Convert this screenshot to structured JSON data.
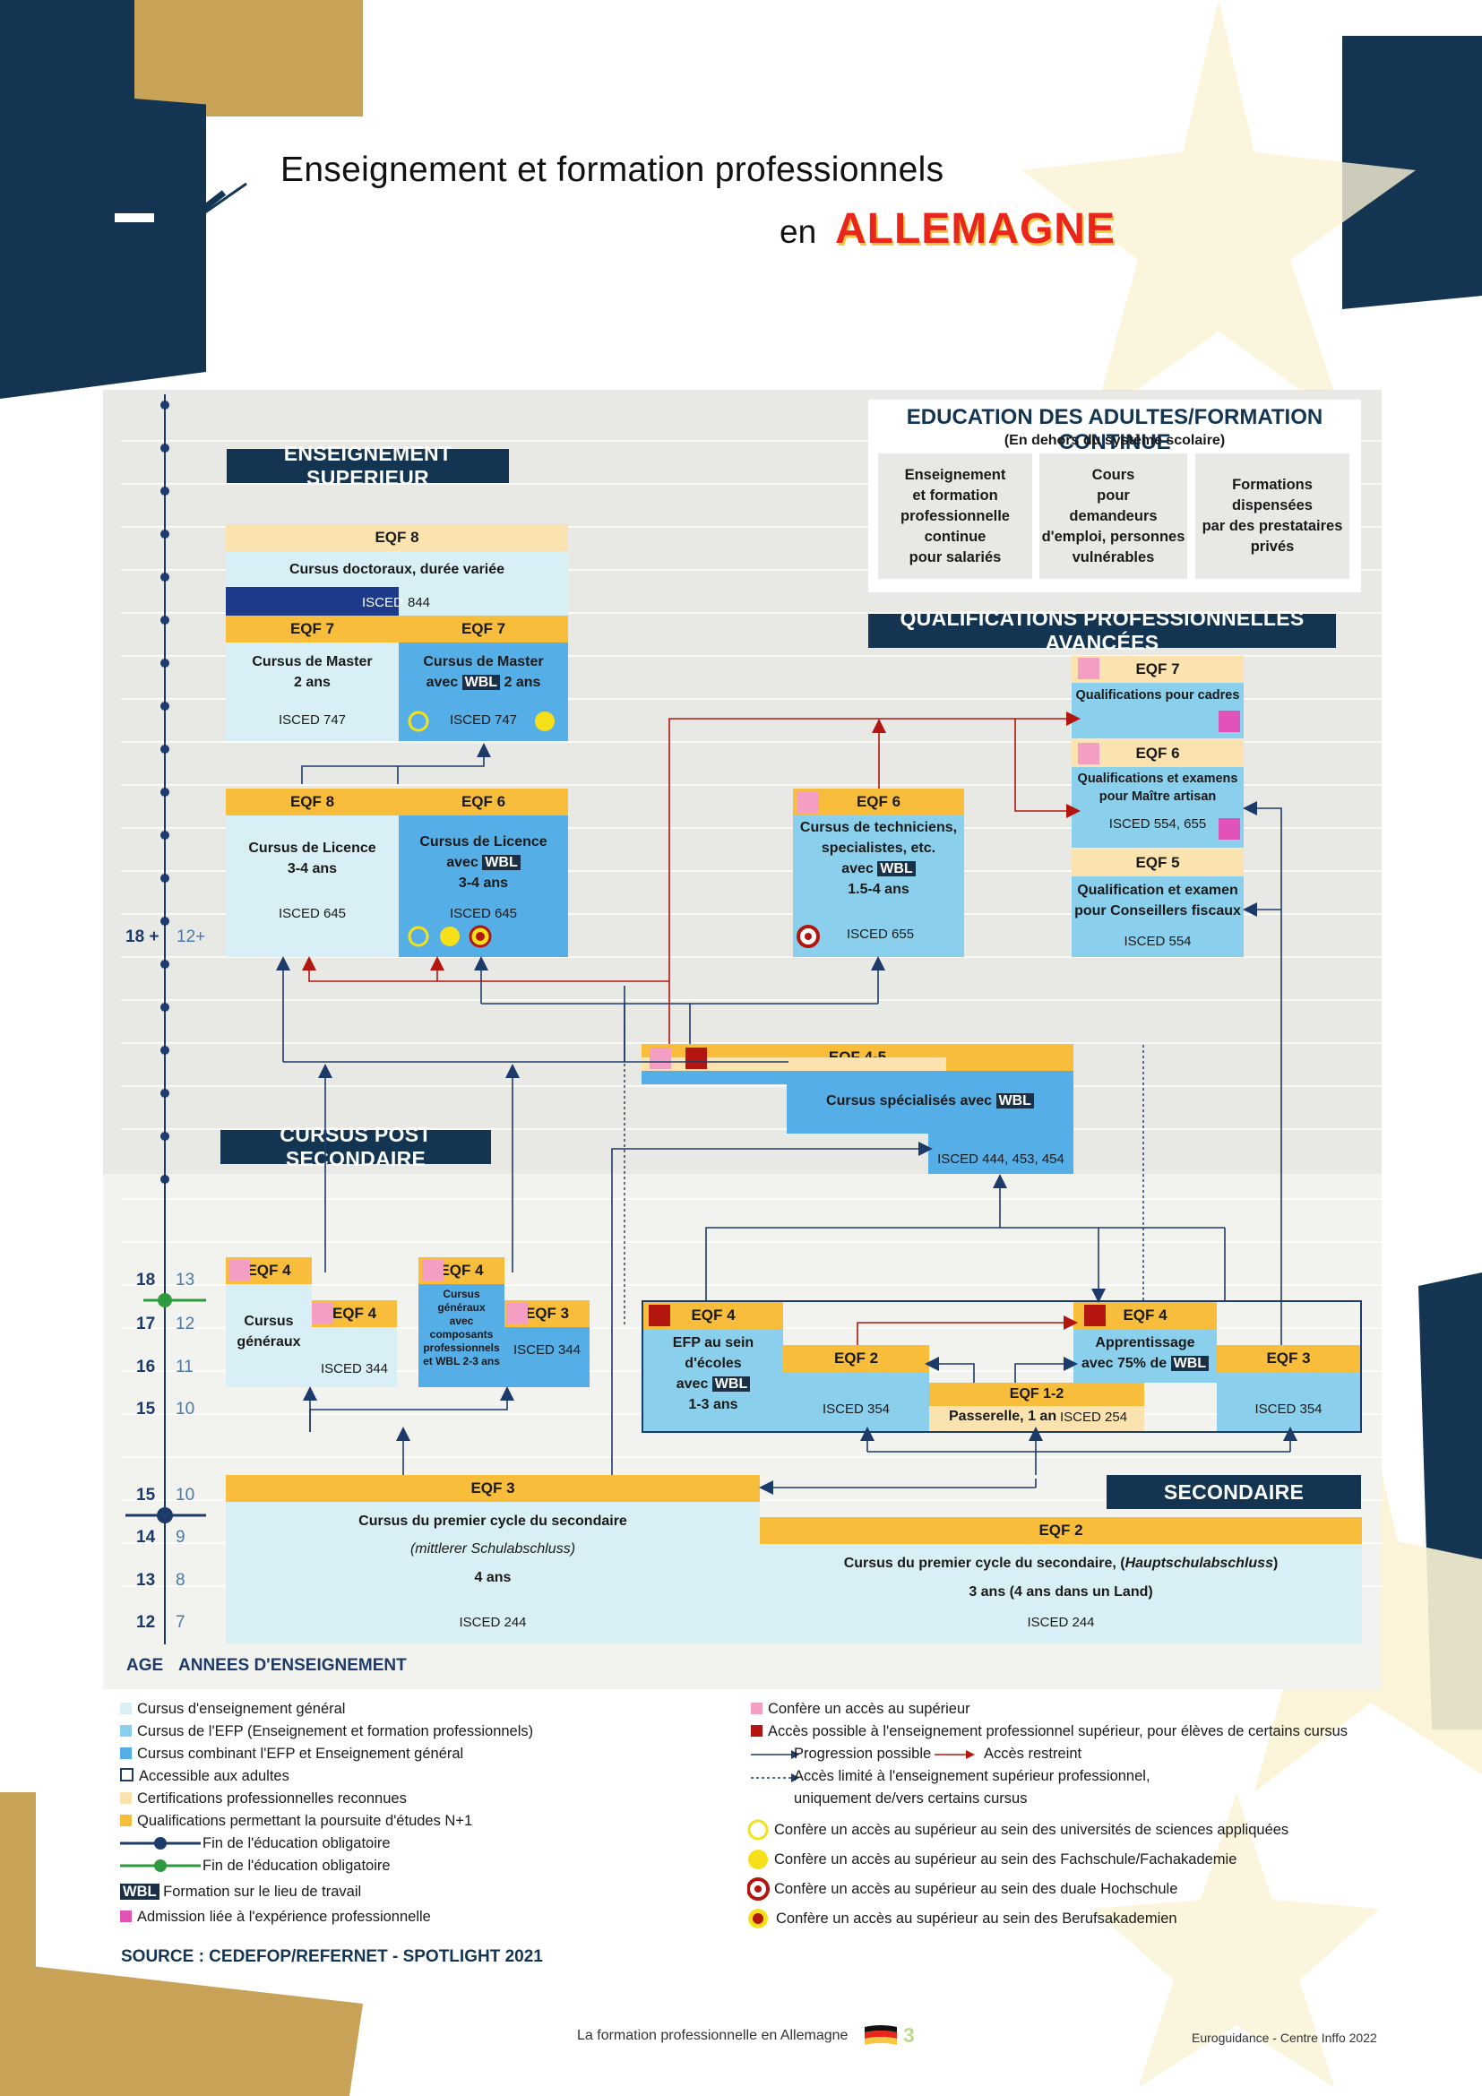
{
  "title": {
    "line1": "Enseignement et formation professionnels",
    "line2_prefix": "en",
    "line2_country": "ALLEMAGNE"
  },
  "colors": {
    "navy": "#143552",
    "gold": "#c8a256",
    "general": "#d8f0f5",
    "vet": "#8ad0ec",
    "combined": "#56aee6",
    "qual_further": "#f8bd3a",
    "qual_recognised": "#fbe3b0",
    "pink": "#f59ec3",
    "red": "#b3150f",
    "magenta": "#e052b8"
  },
  "sections": {
    "higher": "ENSEIGNEMENT SUPERIEUR",
    "post_secondary": "CURSUS POST SECONDAIRE",
    "secondary": "SECONDAIRE",
    "advanced": "QUALIFICATIONS PROFESSIONNELLES AVANCÉES"
  },
  "adult": {
    "title": "EDUCATION DES ADULTES/FORMATION CONTINUE",
    "subtitle": "(En dehors du système scolaire)",
    "cols": [
      "Enseignement\net formation\nprofessionnelle\ncontinue\npour salariés",
      "Cours\npour\ndemandeurs\nd'emploi, personnes\nvulnérables",
      "Formations\ndispensées\npar des prestataires\nprivés"
    ]
  },
  "wbl": "WBL",
  "boxes": {
    "phd": {
      "eqf": "EQF 8",
      "text": "Cursus doctoraux, durée variée",
      "isced": "ISCED",
      "isced_code": "844"
    },
    "master": {
      "eqf": "EQF 7",
      "text": "Cursus de Master\n2 ans",
      "isced": "ISCED 747"
    },
    "master_wbl": {
      "eqf": "EQF 7",
      "pre": "Cursus de Master\navec",
      "post": "2 ans",
      "isced": "ISCED 747"
    },
    "bachelor": {
      "eqf": "EQF 8",
      "text": "Cursus de Licence\n3-4 ans",
      "isced": "ISCED 645"
    },
    "bachelor_wbl": {
      "eqf": "EQF 6",
      "pre": "Cursus de Licence\navec",
      "post": "3-4 ans",
      "isced": "ISCED 645"
    },
    "technicians": {
      "eqf": "EQF 6",
      "pre": "Cursus de techniciens,\nspecialistes, etc.\navec",
      "post": "1.5-4 ans",
      "isced": "ISCED 655"
    },
    "cadres": {
      "eqf": "EQF 7",
      "text": "Qualifications pour cadres"
    },
    "artisan": {
      "eqf": "EQF 6",
      "text": "Qualifications et examens\npour Maître artisan",
      "isced": "ISCED 554, 655"
    },
    "tax": {
      "eqf": "EQF 5",
      "text": "Qualification et examen\npour Conseillers fiscaux",
      "isced": "ISCED 554"
    },
    "specialised": {
      "eqf": "EQF 4-5",
      "pre": "Cursus spécialisés avec",
      "isced": "ISCED 444, 453, 454"
    },
    "general_upper": {
      "eqf": "EQF 4",
      "text": "Cursus\ngénéraux"
    },
    "general_upper2": {
      "eqf": "EQF 4",
      "isced": "ISCED 344"
    },
    "gen_vocational": {
      "eqf": "EQF 4",
      "text": "Cursus\ngénéraux\navec\ncomposants\nprofessionnels\net WBL 2-3 ans"
    },
    "gen_vocational2": {
      "eqf": "EQF 3",
      "isced": "ISCED 344"
    },
    "vet_school": {
      "eqf": "EQF 4",
      "pre": "EFP au sein\nd'écoles\navec",
      "post": "1-3 ans"
    },
    "vet_school2": {
      "eqf": "EQF 2",
      "isced": "ISCED 354"
    },
    "bridge": {
      "eqf": "EQF 1-2",
      "text": "Passerelle, 1 an",
      "isced": "ISCED 254"
    },
    "apprentice": {
      "eqf": "EQF 4",
      "pre": "Apprentissage\navec 75% de"
    },
    "apprentice2": {
      "eqf": "EQF 3",
      "isced": "ISCED 354"
    },
    "lower_sec": {
      "eqf": "EQF 3",
      "text": "Cursus du premier cycle du secondaire",
      "italic": "(mittlerer Schulabschluss)",
      "dur": "4 ans",
      "isced": "ISCED 244"
    },
    "lower_sec2": {
      "eqf": "EQF 2",
      "text": "Cursus du premier cycle du secondaire, (",
      "italic": "Hauptschulabschluss",
      "text_end": ")",
      "dur": "3 ans (4 ans dans un Land)",
      "isced": "ISCED 244"
    }
  },
  "ages": [
    {
      "age": "18 +",
      "year": "12+"
    },
    {
      "age": "18",
      "year": "13"
    },
    {
      "age": "17",
      "year": "12"
    },
    {
      "age": "16",
      "year": "11"
    },
    {
      "age": "15",
      "year": "10"
    },
    {
      "age": "15",
      "year": "10"
    },
    {
      "age": "14",
      "year": "9"
    },
    {
      "age": "13",
      "year": "8"
    },
    {
      "age": "12",
      "year": "7"
    }
  ],
  "axis": {
    "age": "AGE",
    "years": "ANNEES D'ENSEIGNEMENT"
  },
  "legend_left": [
    "Cursus d'enseignement général",
    "Cursus de l'EFP (Enseignement et formation professionnels)",
    "Cursus combinant l'EFP et Enseignement général",
    "Accessible aux adultes",
    "Certifications professionnelles reconnues",
    "Qualifications permettant la poursuite d'études N+1",
    "Fin de l'éducation obligatoire",
    "Fin de l'éducation obligatoire",
    "Formation sur le lieu de travail",
    "Admission liée à l'expérience professionnelle"
  ],
  "legend_right": {
    "pink": "Confère un accès au supérieur",
    "red": "Accès possible à l'enseignement professionnel supérieur, pour élèves de certains cursus",
    "progress": "Progression possible",
    "restricted": "Accès restreint",
    "limited1": "Accès limité à l'enseignement supérieur professionnel,",
    "limited2": "uniquement de/vers certains cursus",
    "c1": "Confère un accès au supérieur au sein des universités de sciences appliquées",
    "c2": "Confère un accès au supérieur au sein des Fachschule/Fachakademie",
    "c3": "Confère un accès au supérieur au sein des duale Hochschule",
    "c4": "Confère un accès au supérieur au sein des Berufsakademien"
  },
  "source": "SOURCE : CEDEFOP/REFERNET - SPOTLIGHT 2021",
  "footer": {
    "center": "La formation professionnelle en Allemagne",
    "page": "3",
    "right": "Euroguidance - Centre Inffo 2022"
  }
}
